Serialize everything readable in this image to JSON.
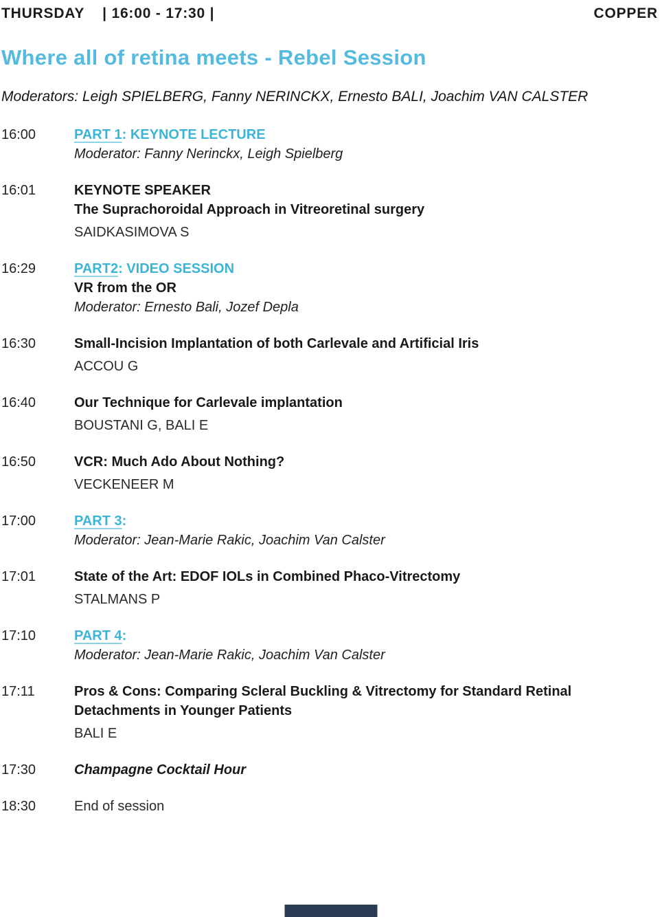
{
  "header": {
    "day": "THURSDAY",
    "time_range": "| 16:00 - 17:30 |",
    "room": "COPPER"
  },
  "session": {
    "title": "Where all of retina meets - Rebel Session",
    "moderators": "Moderators: Leigh SPIELBERG, Fanny NERINCKX, Ernesto BALI, Joachim VAN CALSTER"
  },
  "colors": {
    "title_blue": "#54bade",
    "link_blue": "#3cb4d8",
    "underline_blue": "#8ed2e8",
    "text_dark": "#1c1c1c",
    "footer_bar": "#2d3c55"
  },
  "schedule": [
    {
      "time": "16:00",
      "part": "PART 1",
      "part_rest": ": KEYNOTE LECTURE",
      "moderator": "Moderator: Fanny Nerinckx, Leigh Spielberg"
    },
    {
      "time": "16:01",
      "bold1": "KEYNOTE SPEAKER",
      "bold2": "The Suprachoroidal Approach in Vitreoretinal surgery",
      "speaker": "SAIDKASIMOVA S"
    },
    {
      "time": "16:29",
      "part": "PART2",
      "part_rest": ": VIDEO SESSION",
      "bold1": "VR from the OR",
      "moderator": "Moderator: Ernesto Bali, Jozef Depla"
    },
    {
      "time": "16:30",
      "bold1": "Small-Incision Implantation of both Carlevale and Artificial Iris",
      "speaker": "ACCOU G"
    },
    {
      "time": "16:40",
      "bold1": "Our Technique for Carlevale implantation",
      "speaker": "BOUSTANI G, BALI E"
    },
    {
      "time": "16:50",
      "bold1": "VCR: Much Ado About Nothing?",
      "speaker": "VECKENEER M"
    },
    {
      "time": "17:00",
      "part": "PART 3",
      "part_rest": ":",
      "moderator": "Moderator: Jean-Marie Rakic, Joachim Van Calster"
    },
    {
      "time": "17:01",
      "bold1": "State of the Art: EDOF IOLs in Combined Phaco-Vitrectomy",
      "speaker": "STALMANS P"
    },
    {
      "time": "17:10",
      "part": "PART 4",
      "part_rest": ":",
      "moderator": "Moderator: Jean-Marie Rakic, Joachim Van Calster"
    },
    {
      "time": "17:11",
      "bold1": "Pros & Cons: Comparing Scleral Buckling & Vitrectomy for Standard Retinal Detachments in Younger Patients",
      "speaker": "BALI E"
    },
    {
      "time": "17:30",
      "italic_bold": "Champagne Cocktail Hour"
    },
    {
      "time": "18:30",
      "plain": "End of session"
    }
  ]
}
